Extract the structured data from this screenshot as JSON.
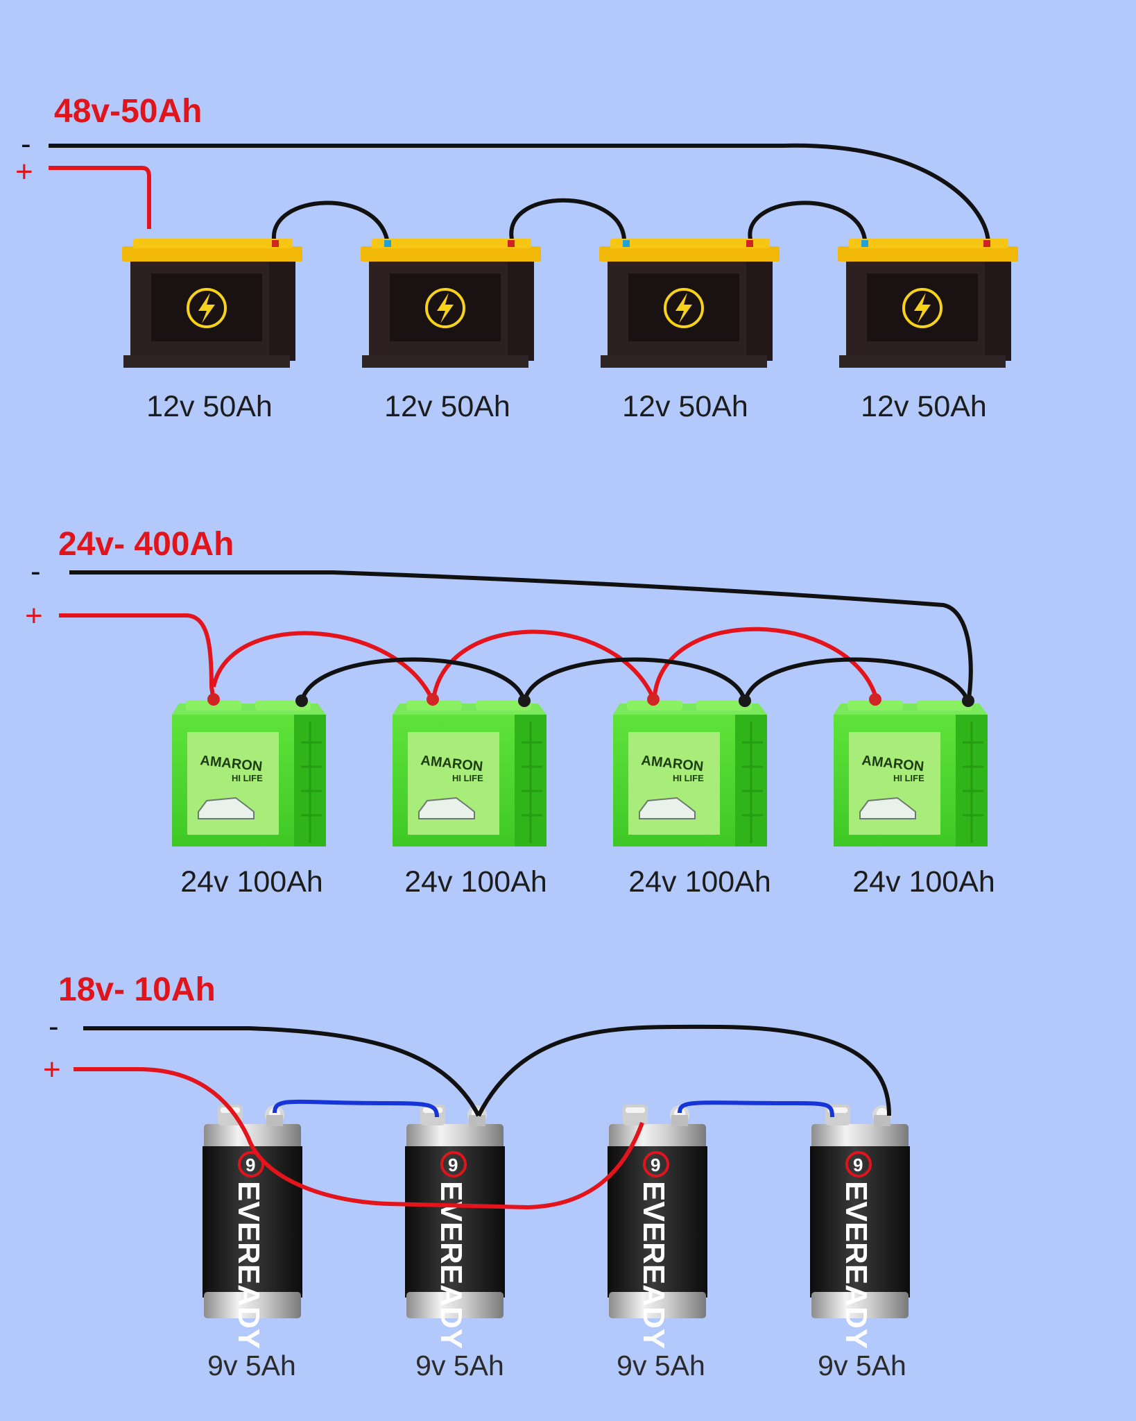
{
  "colors": {
    "background": "#b3c8fb",
    "title": "#e0141b",
    "positive_wire": "#e3141b",
    "negative_wire": "#111111",
    "link_wire": "#1535d8",
    "caption": "#1c1c1c"
  },
  "section_48v": {
    "title": "48v-50Ah",
    "minus": "-",
    "plus": "+",
    "battery_icon": "lightning-bolt-icon",
    "batteries": [
      {
        "label": "12v 50Ah"
      },
      {
        "label": "12v 50Ah"
      },
      {
        "label": "12v 50Ah"
      },
      {
        "label": "12v 50Ah"
      }
    ]
  },
  "section_24v": {
    "title": "24v- 400Ah",
    "minus": "-",
    "plus": "+",
    "brand": "AMARON",
    "sub_brand": "HI LIFE",
    "batteries": [
      {
        "label": "24v 100Ah"
      },
      {
        "label": "24v 100Ah"
      },
      {
        "label": "24v 100Ah"
      },
      {
        "label": "24v 100Ah"
      }
    ]
  },
  "section_18v": {
    "title": "18v- 10Ah",
    "minus": "-",
    "plus": "+",
    "brand": "EVEREADY",
    "badge": "9",
    "batteries": [
      {
        "label": "9v 5Ah"
      },
      {
        "label": "9v 5Ah"
      },
      {
        "label": "9v 5Ah"
      },
      {
        "label": "9v 5Ah"
      }
    ]
  }
}
